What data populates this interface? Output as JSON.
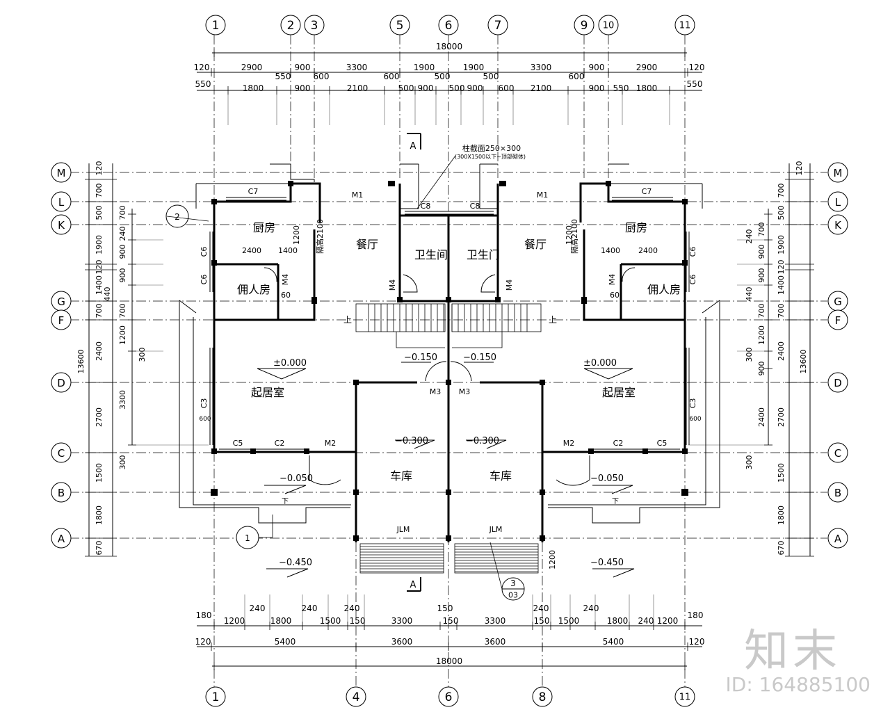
{
  "axes_top": [
    "1",
    "2",
    "3",
    "5",
    "6",
    "7",
    "9",
    "10",
    "11"
  ],
  "axes_bottom": [
    "1",
    "4",
    "6",
    "8",
    "11"
  ],
  "axes_side": [
    "M",
    "L",
    "K",
    "G",
    "F",
    "D",
    "C",
    "B",
    "A"
  ],
  "dims": {
    "top_total": "18000",
    "top_row1": [
      "120",
      "2900",
      "900",
      "3300",
      "1900",
      "1900",
      "3300",
      "900",
      "2900",
      "120"
    ],
    "top_row1_mid": [
      "550",
      "600",
      "600",
      "500",
      "500",
      "600"
    ],
    "top_row2": [
      "550",
      "1800",
      "900",
      "2100",
      "500",
      "900",
      "500",
      "900",
      "600",
      "2100",
      "900",
      "550",
      "1800",
      "550"
    ],
    "bottom_row1": [
      "180",
      "240",
      "240",
      "240",
      "150",
      "150",
      "240",
      "240",
      "180"
    ],
    "bottom_row1b": [
      "1200",
      "1800",
      "1500",
      "150",
      "3300",
      "150",
      "3300",
      "150",
      "1500",
      "1800",
      "240",
      "1200"
    ],
    "bottom_row2": [
      "120",
      "5400",
      "3600",
      "3600",
      "5400",
      "120"
    ],
    "bottom_total": "18000",
    "left_outer": [
      "120",
      "700",
      "500",
      "1900",
      "120",
      "1400",
      "440",
      "700",
      "2400",
      "2700",
      "1500",
      "1800",
      "670"
    ],
    "left_total": "13600",
    "left_inner": [
      "700",
      "240",
      "900",
      "900",
      "700",
      "1200",
      "300",
      "3300",
      "300"
    ],
    "right_outer": [
      "120",
      "700",
      "500",
      "1900",
      "120",
      "1400",
      "440",
      "700",
      "2400",
      "2700",
      "1500",
      "1800",
      "670"
    ],
    "right_total": "13600",
    "right_inner": [
      "700",
      "240",
      "900",
      "900",
      "700",
      "1200",
      "300",
      "900",
      "2400",
      "300"
    ],
    "right_misc": "1200"
  },
  "rooms": {
    "kitchen": "厨房",
    "dining": "餐厅",
    "bath": "卫生间",
    "bath_short": "卫生门",
    "maid": "佣人房",
    "living": "起居室",
    "garage": "车库"
  },
  "labels": {
    "window_c7": "C7",
    "window_c8": "C8",
    "window_c6": "C6",
    "window_c5": "C5",
    "window_c2": "C2",
    "window_c3": "C3",
    "door_m1": "M1",
    "door_m2": "M2",
    "door_m3": "M3",
    "door_m4": "M4",
    "door_jlm": "JLM",
    "section_a": "A",
    "note_column": "柱截面250×300",
    "note_column2": "(300X1500以下~顶部砌体)",
    "sill_1200": "1200",
    "dim_2400": "2400",
    "dim_1400": "1400",
    "dim_60": "60",
    "stair_up": "上",
    "stair_down": "下",
    "height_vent": "隔高2100",
    "ref_1": "1",
    "ref_2": "2",
    "ref_3": "3",
    "ref_03": "03",
    "c3_height": "600"
  },
  "levels": {
    "lvl_0": "±0.000",
    "lvl_m015": "−0.150",
    "lvl_m03": "−0.300",
    "lvl_m005": "−0.050",
    "lvl_m045": "−0.450"
  },
  "watermark": {
    "logo": "知末",
    "id": "ID: 164885100"
  }
}
